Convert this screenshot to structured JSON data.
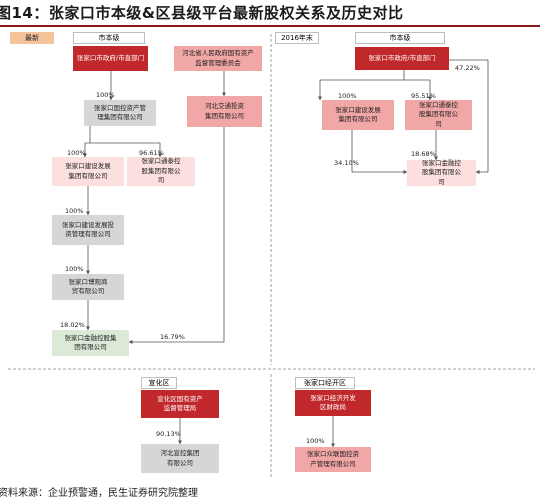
{
  "title": "图14：张家口市本级&区县级平台最新股权关系及历史对比",
  "source": "资料来源：企业预警通，民生证券研究院整理",
  "tags": {
    "latest": "最新",
    "history_2016": "2016年末",
    "city_level_left": "市本级",
    "city_level_right": "市本级",
    "xuanhua": "宣化区",
    "econ_zone": "张家口经开区"
  },
  "nodes": {
    "city_gov_left": "张家口市政府/市直部门",
    "hebei_sasac": "河北省人民政府国有资产监督管理委员会",
    "zjk_sasac_group": "张家口国控资产管理集团有限公司",
    "hebei_transport": "河北交通投资集团有限公司",
    "zjk_construction_left": "张家口建设发展集团有限公司",
    "zjk_tongtai_left": "张家口通泰控股集团有限公司",
    "zjk_construction_asset": "张家口建设发展投资管理有限公司",
    "zjk_boguan": "张家口博观商贸有限公司",
    "zjk_finance_left": "张家口金融控股集团有限公司",
    "city_gov_right": "张家口市政府/市直部门",
    "zjk_construction_right": "张家口建设发展集团有限公司",
    "zjk_tongtai_right": "张家口通泰控股集团有限公司",
    "zjk_finance_right": "张家口金融控股集团有限公司",
    "xuanhua_sasac": "宣化区国有资产监督管理局",
    "hebei_xuankong": "河北宣控集团有限公司",
    "econ_finance_bureau": "张家口经济开发区财政局",
    "zjk_zhongchuang": "张家口众联国控资产管理有限公司"
  },
  "percentages": {
    "l_city_to_sasac": "100%",
    "l_sasac_to_construction": "100%",
    "l_sasac_to_tongtai": "96.61%",
    "l_construction_to_asset": "100%",
    "l_asset_to_boguan": "100%",
    "l_boguan_to_finance": "18.02%",
    "l_transport_to_finance": "16.79%",
    "r_city_to_finance": "47.22%",
    "r_city_to_construction": "100%",
    "r_city_to_tongtai": "95.51%",
    "r_construction_to_finance": "34.10%",
    "r_tongtai_to_finance": "18.68%",
    "xuanhua_to_xuankong": "90.13%",
    "econ_to_zhongchuang": "100%"
  },
  "colors": {
    "dark_red": "#c0282b",
    "pink": "#f2a7a7",
    "light_pink": "#fbe0df",
    "gray": "#d6d6d6",
    "green": "#dbe9d6",
    "title_rule": "#8b1a1a"
  }
}
